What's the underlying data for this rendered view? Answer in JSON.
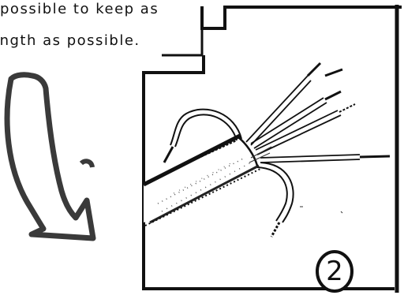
{
  "instruction": {
    "line1": "possible to keep as",
    "line2": "ength as possible."
  },
  "step_number": "2",
  "colors": {
    "ink": "#111111",
    "arrow_outline": "#3a3a3a",
    "background": "#ffffff"
  },
  "icons": {
    "arrow": "curved-arrow-icon",
    "cable": "stripped-multicore-cable-icon"
  }
}
